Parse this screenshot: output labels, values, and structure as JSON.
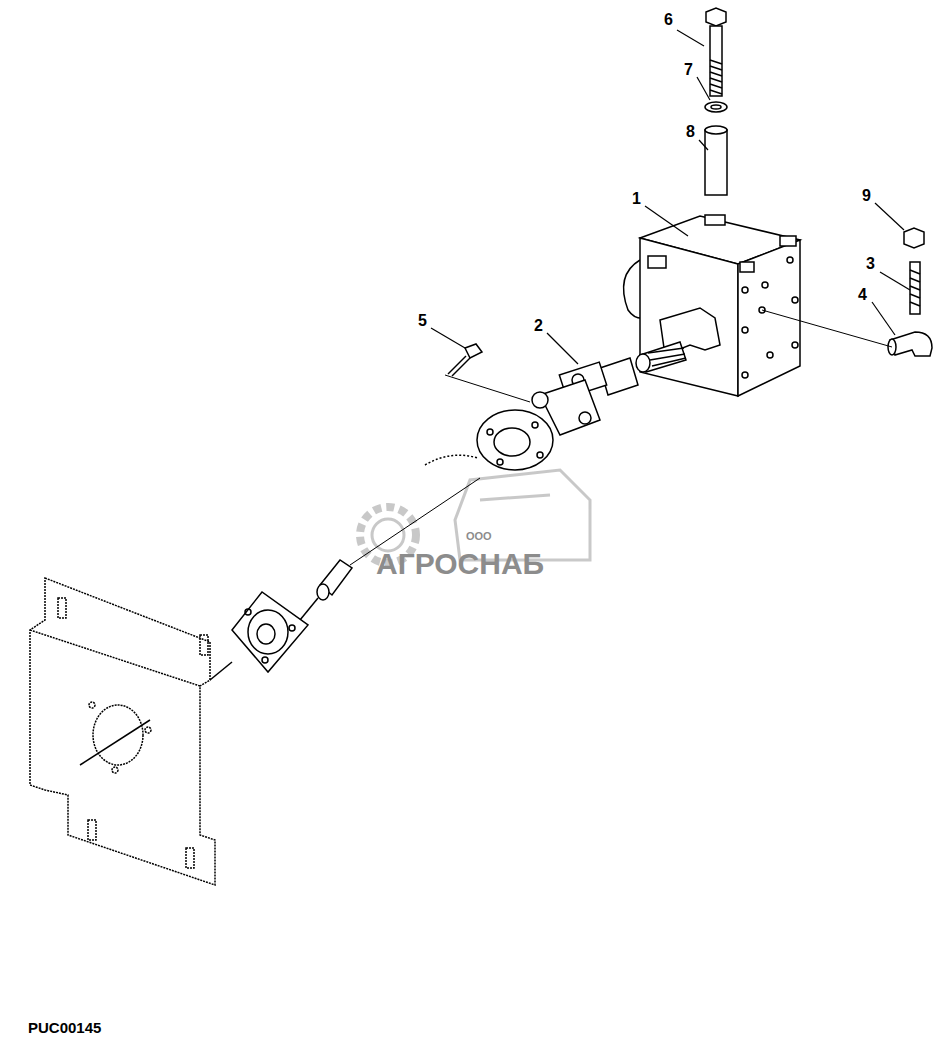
{
  "diagram": {
    "labels": [
      "6",
      "7",
      "8",
      "1",
      "9",
      "3",
      "4",
      "5",
      "2",
      "ООО",
      "АГРОСНАБ",
      "PUC00145"
    ]
  }
}
